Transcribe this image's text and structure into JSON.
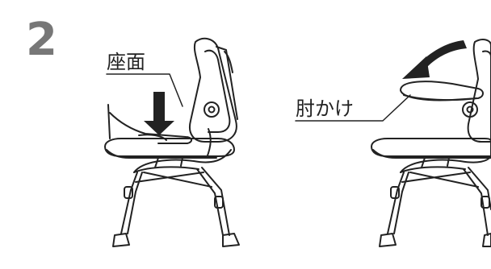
{
  "step_number": "2",
  "labels": {
    "seat": "座面",
    "armrest": "肘かけ"
  }
}
